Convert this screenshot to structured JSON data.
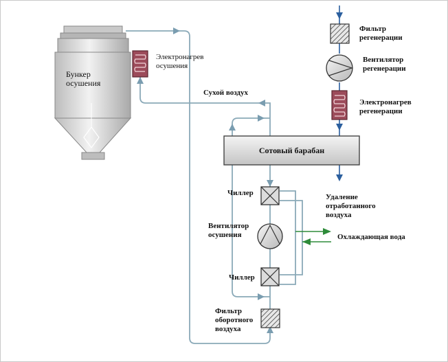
{
  "labels": {
    "hopper": "Бункер\nосушения",
    "dry_heater": "Электронагрев\nосушения",
    "dry_air": "Сухой воздух",
    "regen_filter": "Фильтр\nрегенерации",
    "regen_fan": "Вентилятор\nрегенерации",
    "regen_heater": "Электронагрев\nрегенерации",
    "drum": "Сотовый барабан",
    "chiller_top": "Чиллер",
    "exhaust": "Удаление\nотработанного\nвоздуха",
    "dry_fan": "Вентилятор\nосушения",
    "cooling_water": "Охлаждающая вода",
    "chiller_bottom": "Чиллер",
    "return_filter": "Фильтр\nоборотного\nвоздуха"
  },
  "colors": {
    "air_line": "#8aa9b8",
    "flow_arrow": "#7a9db0",
    "regen_line": "#2b5f9e",
    "water": "#2e8b3a",
    "heater_fill": "#9c4b5a",
    "drum_fill": "#e6e6e6",
    "hopper_fill": "#d8d8d8"
  },
  "icons": [
    "hopper-icon",
    "heater-coil-icon",
    "fan-icon",
    "filter-icon",
    "chiller-icon",
    "arrow-icon"
  ]
}
